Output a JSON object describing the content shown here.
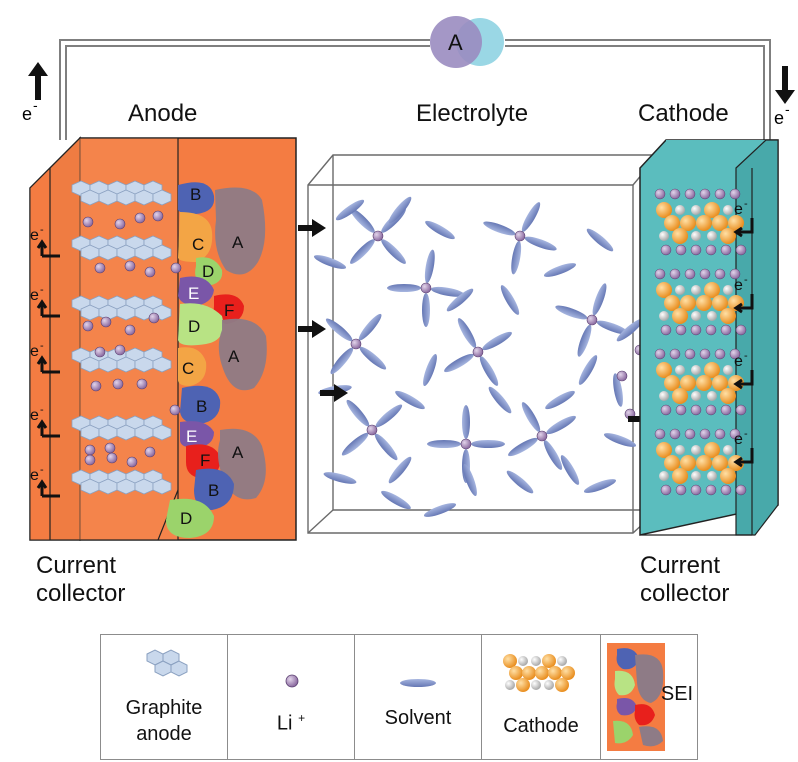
{
  "labels": {
    "ammeter": "A",
    "electron_left": "e",
    "electron_right": "e",
    "electron_sup": "-",
    "anode": "Anode",
    "electrolyte": "Electrolyte",
    "cathode": "Cathode",
    "cc_left_line1": "Current",
    "cc_left_line2": "collector",
    "cc_right_line1": "Current",
    "cc_right_line2": "collector",
    "sei_A": "A",
    "sei_B": "B",
    "sei_C": "C",
    "sei_D": "D",
    "sei_E": "E",
    "sei_F": "F"
  },
  "legend": [
    {
      "line1": "Graphite",
      "line2": "anode"
    },
    {
      "line1": "Li",
      "sup": "+"
    },
    {
      "line1": "Solvent"
    },
    {
      "line1": "Cathode"
    },
    {
      "line1": "SEI"
    }
  ],
  "colors": {
    "anode": "#F47C42",
    "cathode": "#5BBDBE",
    "li": "#9B7BAE",
    "solvent": "#7F93C8",
    "graphite": "#C9D8EC",
    "cathode_particle": "#F2A33A"
  }
}
